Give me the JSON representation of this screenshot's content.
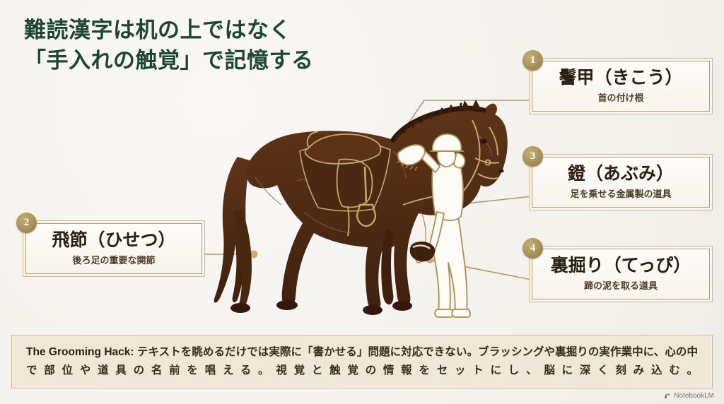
{
  "slide": {
    "title": "難読漢字は机の上ではなく\n「手入れの触覚」で記憶する",
    "background_color": "#f7f5f1",
    "title_color": "#1d4734",
    "accent_gold": "#a08a51",
    "horse_color": "#5a3318"
  },
  "callouts": [
    {
      "number": "1",
      "term": "鬐甲（きこう）",
      "desc": "首の付け根",
      "anchor": "withers"
    },
    {
      "number": "2",
      "term": "飛節（ひせつ）",
      "desc": "後ろ足の重要な関節",
      "anchor": "hock"
    },
    {
      "number": "3",
      "term": "鐙（あぶみ）",
      "desc": "足を乗せる金属製の道具",
      "anchor": "stirrup"
    },
    {
      "number": "4",
      "term": "裏掘り（てっぴ）",
      "desc": "蹄の泥を取る道具",
      "anchor": "hoof-pick"
    }
  ],
  "banner": {
    "label": "The Grooming Hack:",
    "body": " テキストを眺めるだけでは実際に「書かせる」問題に対応できない。ブラッシングや裏掘りの実作業中に、心の中で部位や道具の名前を唱える。視覚と触覚の情報をセットにし、脳に深く刻み込む。",
    "background_color": "#efe8d8",
    "border_color": "#c8b88c"
  },
  "watermark": {
    "label": "NotebookLM",
    "icon": "notebooklm-icon"
  },
  "illustration": {
    "name": "horse-grooming-illustration",
    "subjects": [
      "horse",
      "saddle",
      "stirrup",
      "bridle",
      "groomer",
      "body-brush",
      "hoof-pick"
    ]
  }
}
